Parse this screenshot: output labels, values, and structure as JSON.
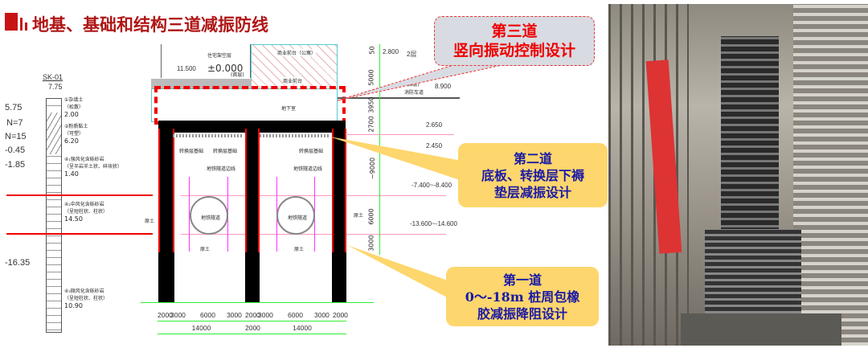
{
  "title": "地基、基础和结构三道减振防线",
  "callouts": [
    {
      "lines": [
        "第三道",
        "竖向振动控制设计"
      ]
    },
    {
      "lines": [
        "第二道",
        "底板、转换层下褥",
        "垫层减振设计"
      ]
    },
    {
      "lines": [
        "第一道",
        "0～-18m 桩周包橡",
        "胶减振降阻设计"
      ]
    }
  ],
  "borehole": {
    "id": "SK-01",
    "top": "7.75",
    "left_labels": [
      "5.75",
      "N=7",
      "N=15",
      "-0.45",
      "-1.85",
      "-16.35"
    ],
    "layers": [
      {
        "num": "①",
        "name": "杂填土",
        "state": "（松散）",
        "thick": "2.00"
      },
      {
        "num": "②",
        "name": "粉质黏土",
        "state": "（可塑）",
        "thick": "6.20"
      },
      {
        "num": "④₁",
        "name": "强风化含砾砂岩",
        "state": "（呈半岩半土状、碎块状）",
        "thick": "1.40"
      },
      {
        "num": "④₂",
        "name": "中风化含砾砂岩",
        "state": "（呈短柱状、柱状）",
        "thick": "14.50"
      },
      {
        "num": "④₃",
        "name": "微风化含砾砂岩",
        "state": "（呈短柱状、柱状）",
        "thick": "10.90"
      }
    ]
  },
  "section": {
    "floor_labels": [
      "住宅架空层",
      "±0.000",
      "(首层)",
      "商业前台（公寓）",
      "商业前台",
      "地下室",
      "(首层)",
      "消防车道",
      "2层"
    ],
    "elevations": [
      "11.500",
      "2.800",
      "8.900",
      "2.650",
      "2.450",
      "-7.400~-8.400",
      "-13.600~-14.600"
    ],
    "vert_dims": [
      "50",
      "5000",
      "3950",
      "2700",
      "~9000",
      "6000",
      "3000"
    ],
    "labels": {
      "transfer": "转换层基础",
      "tunnel_edge": "地铁隧道边线",
      "tunnel": "地铁隧道",
      "soil": "原土"
    },
    "dims_row1": [
      "2000",
      "3000",
      "6000",
      "3000",
      "2000",
      "3000",
      "6000",
      "3000",
      "2000"
    ],
    "dims_row2": [
      "14000",
      "2000",
      "14000"
    ]
  },
  "colors": {
    "title": "#b01616",
    "accent": "#e00000",
    "callout_yellow": "#fdd66d",
    "callout_text": "#1a1aa6"
  }
}
